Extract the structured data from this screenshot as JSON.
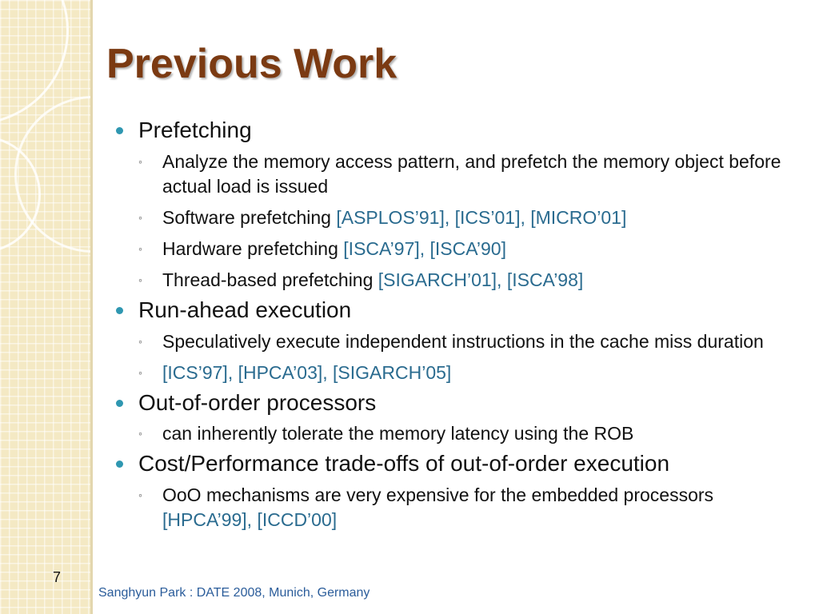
{
  "slide": {
    "title": "Previous Work",
    "page_number": "7",
    "footer": "Sanghyun Park : DATE 2008, Munich, Germany"
  },
  "bullets": [
    {
      "text": "Prefetching",
      "subs": [
        {
          "text": "Analyze the memory access pattern, and prefetch the memory object before actual load is issued",
          "ref": ""
        },
        {
          "text": "Software prefetching ",
          "ref": " [ASPLOS’91], [ICS’01], [MICRO’01]"
        },
        {
          "text": "Hardware prefetching ",
          "ref": " [ISCA’97], [ISCA’90]"
        },
        {
          "text": "Thread-based prefetching ",
          "ref": " [SIGARCH’01], [ISCA’98]"
        }
      ]
    },
    {
      "text": "Run-ahead execution",
      "subs": [
        {
          "text": "Speculatively execute independent instructions in the cache miss duration",
          "ref": ""
        },
        {
          "text": "",
          "ref": "[ICS’97], [HPCA’03], [SIGARCH’05]"
        }
      ]
    },
    {
      "text": "Out-of-order processors",
      "subs": [
        {
          "text": "can inherently tolerate the memory latency using the ROB",
          "ref": ""
        }
      ]
    },
    {
      "text": "Cost/Performance trade-offs of out-of-order execution",
      "subs": [
        {
          "text": "OoO mechanisms are very expensive for the embedded processors ",
          "ref": "[HPCA’99], [ICCD’00]"
        }
      ]
    }
  ],
  "colors": {
    "title": "#7b3a12",
    "bullet_marker": "#2f97b1",
    "reference": "#2a6b8f",
    "panel": "#f4e9c4",
    "footer": "#2a5c9a"
  }
}
